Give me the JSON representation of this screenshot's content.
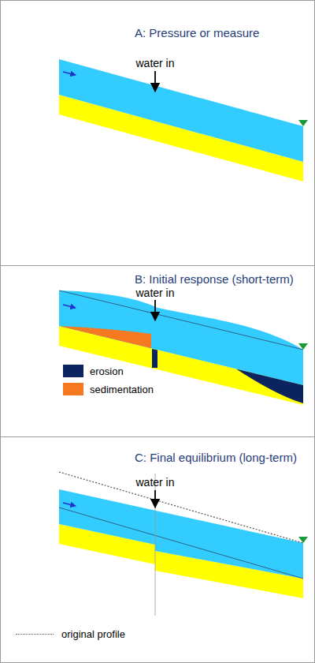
{
  "diagram": {
    "nodes": [
      {
        "text": [
          "A: Pressure or measure"
        ]
      },
      {
        "text": [
          "B: Initial response (short-term)"
        ]
      },
      {
        "text": [
          "C: Final equilibrium (long-term)"
        ]
      }
    ],
    "labels": [
      "water in",
      "water in",
      "water in"
    ],
    "legend": [
      {
        "text": "erosion",
        "color": "#0b2460"
      },
      {
        "text": "sedimentation",
        "color": "#f47920"
      },
      {
        "text": "original profile"
      }
    ]
  }
}
